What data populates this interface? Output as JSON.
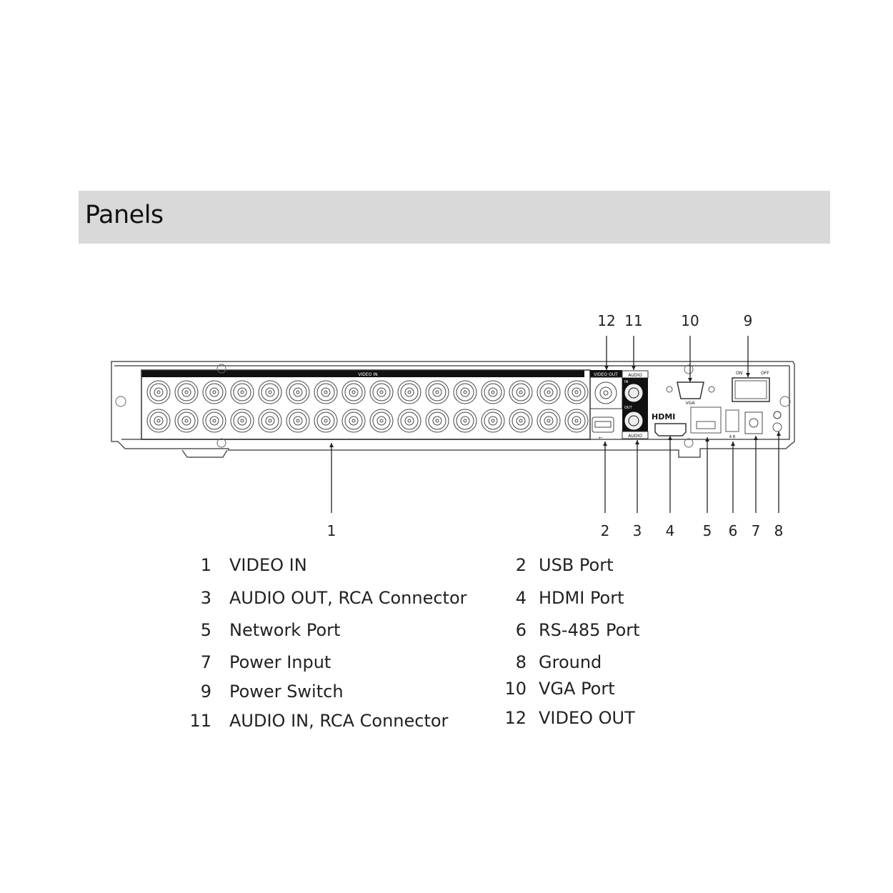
{
  "header": {
    "title": "Panels"
  },
  "panel_labels": {
    "video_in": "VIDEO IN",
    "video_out": "VIDEO OUT",
    "audio_top": "AUDIO",
    "audio_bottom": "AUDIO",
    "audio_in": "IN",
    "audio_out": "OUT",
    "vga": "VGA",
    "on": "ON",
    "off": "OFF",
    "hdmi": "HDMI",
    "rs485": "A B"
  },
  "callouts": [
    "1",
    "2",
    "3",
    "4",
    "5",
    "6",
    "7",
    "8",
    "9",
    "10",
    "11",
    "12"
  ],
  "legend": [
    {
      "num": "1",
      "label": "VIDEO IN"
    },
    {
      "num": "2",
      "label": "USB Port"
    },
    {
      "num": "3",
      "label": "AUDIO OUT, RCA Connector"
    },
    {
      "num": "4",
      "label": "HDMI Port"
    },
    {
      "num": "5",
      "label": "Network Port"
    },
    {
      "num": "6",
      "label": "RS-485 Port"
    },
    {
      "num": "7",
      "label": "Power Input"
    },
    {
      "num": "8",
      "label": "Ground"
    },
    {
      "num": "9",
      "label": "Power Switch"
    },
    {
      "num": "10",
      "label": "VGA Port"
    },
    {
      "num": "11",
      "label": "AUDIO IN, RCA Connector"
    },
    {
      "num": "12",
      "label": "VIDEO OUT"
    }
  ]
}
